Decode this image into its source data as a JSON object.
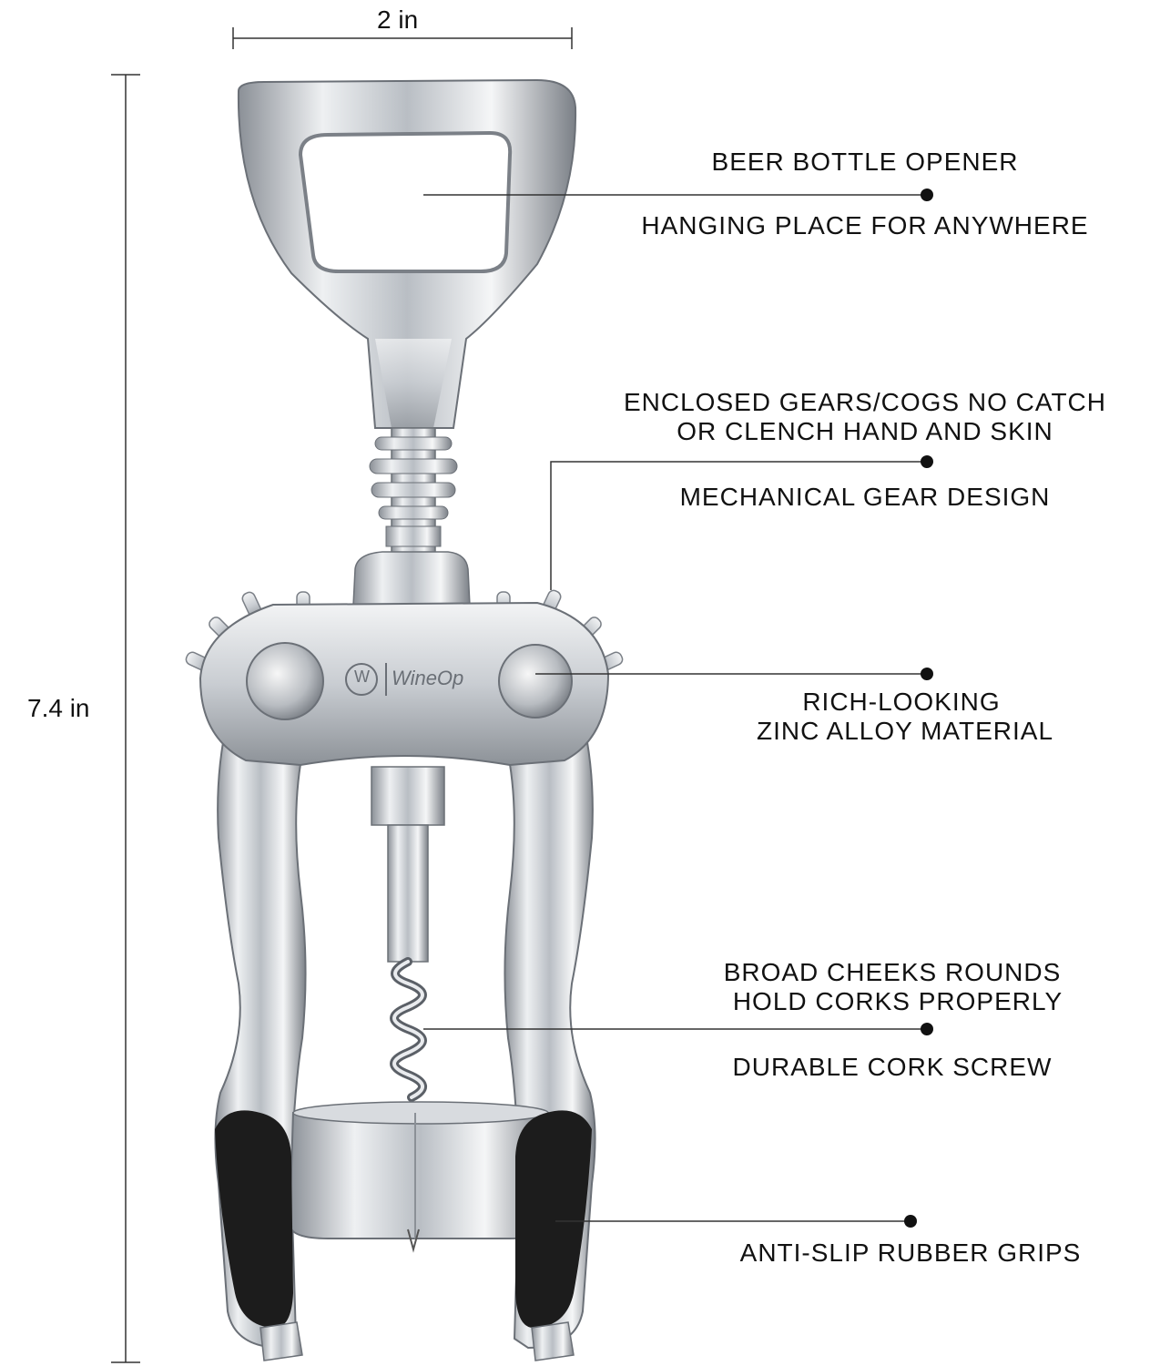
{
  "dimensions": {
    "width_label": "2 in",
    "height_label": "7.4 in"
  },
  "brand": {
    "mark": "W",
    "name": "WineOp"
  },
  "callouts": [
    {
      "title": "BEER BOTTLE OPENER",
      "detail": "HANGING PLACE FOR ANYWHERE"
    },
    {
      "title_line1": "ENCLOSED GEARS/COGS NO CATCH",
      "title_line2": "OR CLENCH HAND AND SKIN",
      "detail": "MECHANICAL GEAR DESIGN"
    },
    {
      "title_line1": "RICH-LOOKING",
      "title_line2": "ZINC ALLOY MATERIAL"
    },
    {
      "title_line1": "BROAD CHEEKS ROUNDS",
      "title_line2": "HOLD CORKS PROPERLY",
      "detail": "DURABLE CORK SCREW"
    },
    {
      "title": "ANTI-SLIP RUBBER GRIPS"
    }
  ],
  "colors": {
    "chrome_light": "#eef0f2",
    "chrome_mid": "#b9bec4",
    "chrome_dark": "#6b7077",
    "rubber": "#1c1c1c",
    "line": "#333333"
  }
}
